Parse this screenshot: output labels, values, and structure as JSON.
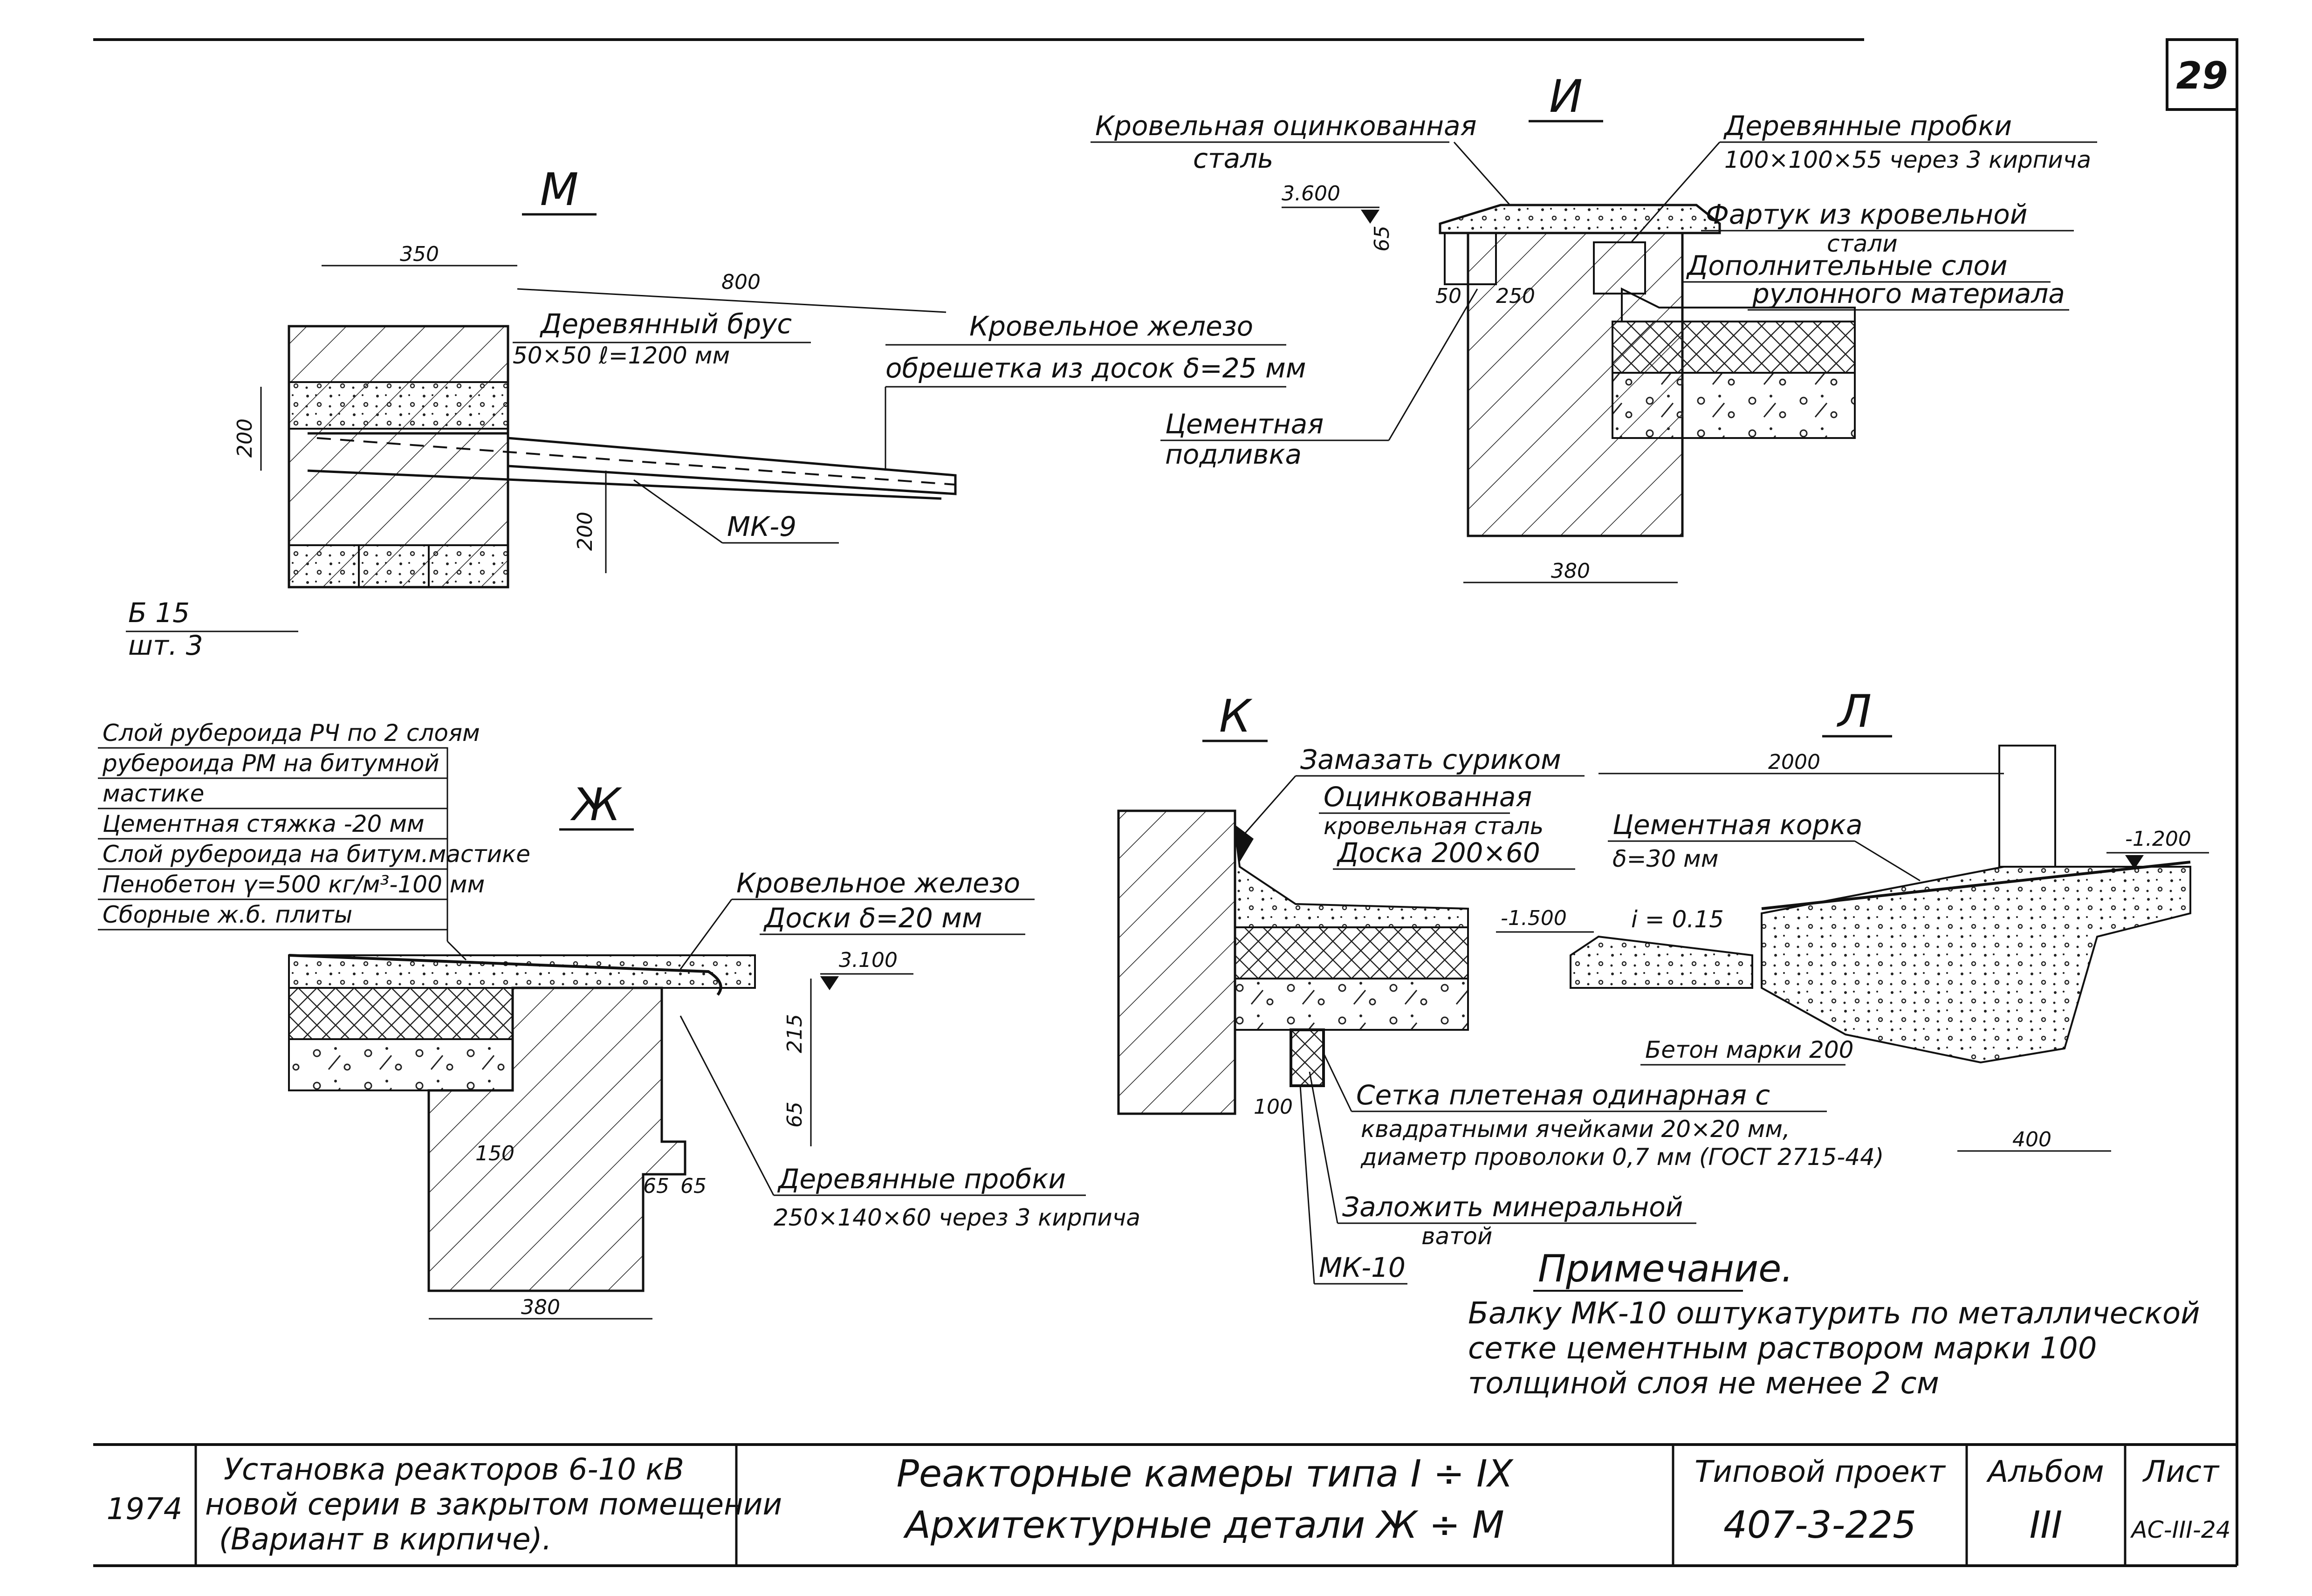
{
  "sheet_number": "29",
  "details": {
    "M": {
      "title": "М",
      "dims": [
        "350",
        "800",
        "200",
        "200"
      ],
      "labels": [
        "Деревянный брус",
        "50×50  ℓ=1200 мм",
        "Кровельное железо",
        "обрешетка из досок δ=25 мм",
        "МК-9",
        "Б 15",
        "шт. 3"
      ]
    },
    "I": {
      "title": "И",
      "dims": [
        "3.600",
        "65",
        "50",
        "250",
        "380"
      ],
      "labels": [
        "Кровельная оцинкованная",
        "сталь",
        "Деревянные  пробки",
        "100×100×55 через 3 кирпича",
        "Фартук из кровельной",
        "стали",
        "Дополнительные слои",
        "рулонного материала",
        "Цементная",
        "подливка"
      ]
    },
    "ZH": {
      "title": "Ж",
      "layers": [
        "Слой рубероида РЧ по 2 слоям",
        "рубероида РМ на битумной",
        "мастике",
        "Цементная стяжка -20 мм",
        "Слой рубероида на битум.мастике",
        "Пенобетон γ=500 кг/м³-100 мм",
        "Сборные ж.б. плиты"
      ],
      "dims": [
        "3.100",
        "215",
        "65",
        "150",
        "65",
        "65",
        "380"
      ],
      "labels": [
        "Кровельное железо",
        "Доски δ=20 мм",
        "Деревянные  пробки",
        "250×140×60 через 3 кирпича"
      ]
    },
    "K": {
      "title": "К",
      "dims": [
        "-1.500",
        "100"
      ],
      "labels": [
        "Замазать суриком",
        "Оцинкованная",
        "кровельная сталь",
        "Доска 200×60",
        "Сетка плетеная одинарная с",
        "квадратными ячейками 20×20 мм,",
        "диаметр проволоки 0,7 мм (ГОСТ 2715-44)",
        "Заложить минеральной",
        "ватой",
        "МК-10"
      ]
    },
    "L": {
      "title": "Л",
      "dims": [
        "2000",
        "-1.200",
        "i = 0.15",
        "400"
      ],
      "labels": [
        "Цементная корка",
        "δ=30 мм",
        "Бетон марки 200"
      ]
    }
  },
  "note": {
    "title": "Примечание.",
    "lines": [
      "Балку МК-10 оштукатурить по металлической",
      "сетке цементным раствором марки 100",
      "толщиной слоя не менее 2 см"
    ]
  },
  "stamp": {
    "year": "1974",
    "subject": [
      "Установка реакторов 6-10 кВ",
      "новой серии в закрытом помещении",
      "(Вариант в кирпиче)."
    ],
    "title": [
      "Реакторные камеры типа I ÷ IX",
      "Архитектурные детали Ж ÷ М"
    ],
    "project_label": "Типовой проект",
    "project_number": "407-3-225",
    "album_label": "Альбом",
    "album_number": "III",
    "sheet_label": "Лист",
    "sheet_code": "АС-III-24"
  }
}
